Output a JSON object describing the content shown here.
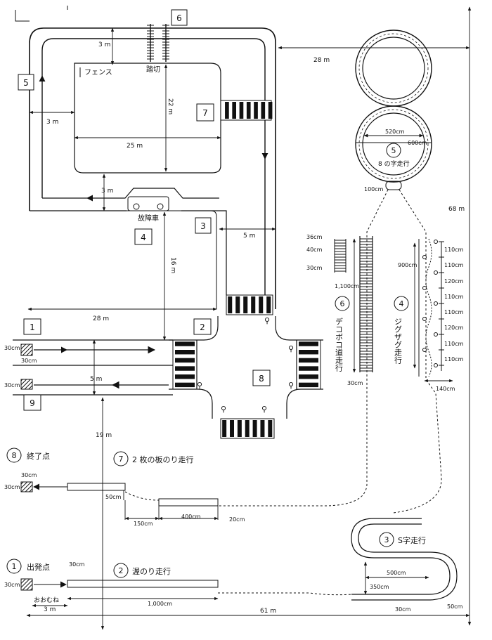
{
  "boxed_numbers": {
    "n1": "1",
    "n2": "2",
    "n3": "3",
    "n4": "4",
    "n5": "5",
    "n6": "6",
    "n7": "7",
    "n8": "8",
    "n9": "9"
  },
  "circled": {
    "c1": "1",
    "c2": "2",
    "c3": "3",
    "c4": "4",
    "c5": "5",
    "c6": "6",
    "c7": "7",
    "c8": "8"
  },
  "labels": {
    "fence": "フェンス",
    "crossing": "踏切",
    "breakdown": "故障車",
    "figure8": "8 の字走行",
    "bumpy_road": "デコボコ道走行",
    "zigzag": "ジグザグ走行",
    "end_point": "終了点",
    "two_boards": "2 枚の板のり走行",
    "s_curve": "S字走行",
    "start_point": "出発点",
    "plank": "渥のり走行",
    "approx": "おおむね"
  },
  "dimensions": {
    "d_3m_top": "3 m",
    "d_22m": "22 m",
    "d_3m_left": "3 m",
    "d_25m": "25 m",
    "d_3m_mid": "3 m",
    "d_28m_top": "28 m",
    "d_520": "520cm",
    "d_600": "600cm",
    "d_100": "100cm",
    "d_68m": "68 m",
    "d_5m_right": "5 m",
    "d_16m": "16 m",
    "d_28m_mid": "28 m",
    "d_30_a": "30cm",
    "d_30_b": "30cm",
    "d_5m_left": "5 m",
    "d_30_c": "30cm",
    "d_36": "36cm",
    "d_40": "40cm",
    "d_30_d": "30cm",
    "d_1100": "1,100cm",
    "d_30_e": "30cm",
    "d_900": "900cm",
    "z1": "110cm",
    "z2": "110cm",
    "z3": "120cm",
    "z4": "110cm",
    "z5": "110cm",
    "z6": "120cm",
    "z7": "110cm",
    "z8": "110cm",
    "d_140": "140cm",
    "d_19m": "19 m",
    "d_30_f": "30cm",
    "d_30_g": "30cm",
    "d_50_a": "50cm",
    "d_150": "150cm",
    "d_400": "400cm",
    "d_20": "20cm",
    "d_500": "500cm",
    "d_350": "350cm",
    "d_50_b": "50cm",
    "d_30_h": "30cm",
    "d_30_i": "30cm",
    "d_30_j": "30cm",
    "d_1000": "1,000cm",
    "d_3m_bot": "3 m",
    "d_61m": "61 m"
  }
}
